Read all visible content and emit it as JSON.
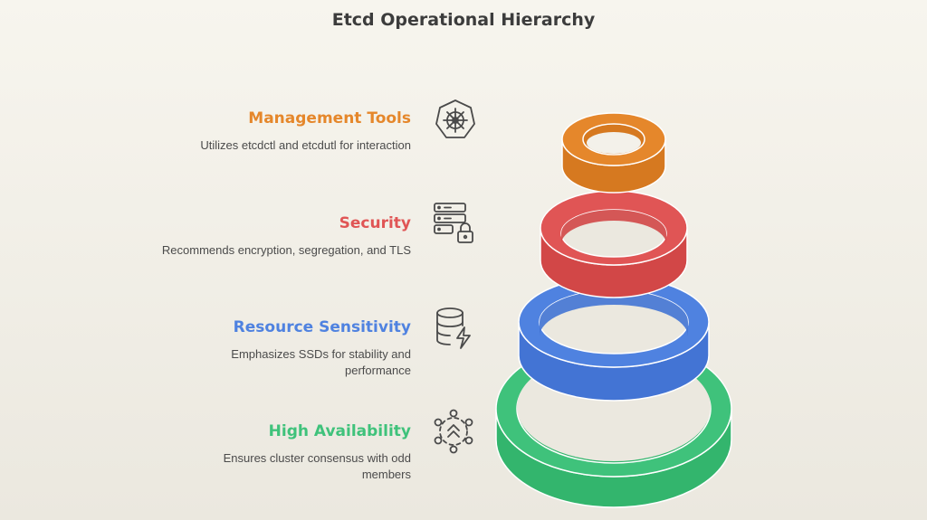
{
  "title": "Etcd Operational Hierarchy",
  "colors": {
    "management": "#e5872b",
    "security": "#e05555",
    "resource": "#4f82e0",
    "availability": "#3fc27b",
    "text": "#4b4b4b",
    "icon": "#4a4a4a"
  },
  "levels": [
    {
      "heading": "Management Tools",
      "description": "Utilizes etcdctl and etcdutl for interaction",
      "icon": "helm-wheel-icon"
    },
    {
      "heading": "Security",
      "description": "Recommends encryption, segregation, and TLS",
      "icon": "server-lock-icon"
    },
    {
      "heading": "Resource Sensitivity",
      "description": "Emphasizes SSDs for stability and performance",
      "icon": "database-bolt-icon"
    },
    {
      "heading": "High Availability",
      "description": "Ensures cluster consensus with odd members",
      "icon": "network-cluster-icon"
    }
  ]
}
